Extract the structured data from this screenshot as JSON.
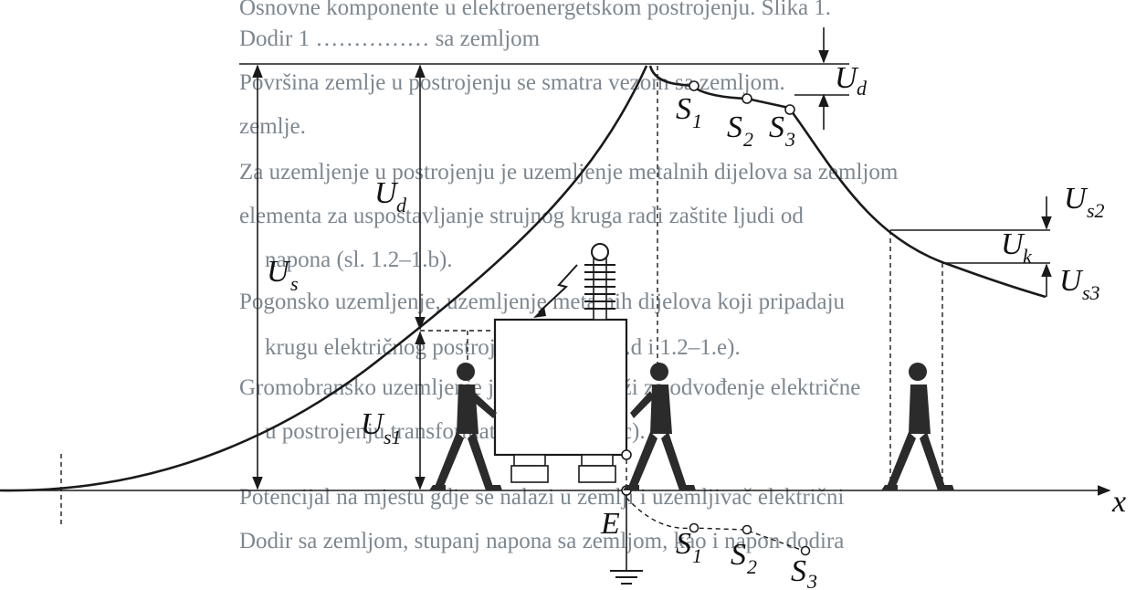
{
  "background_text": [
    "Osnovne komponente u elektroenergetskom postrojenju. Slika 1.",
    "Dodir 1 …………… sa zemljom",
    "Površina zemlje u postrojenju se smatra vezom sa zemljom.",
    "zemlje.",
    "Za uzemljenje u postrojenju je uzemljenje metalnih dijelova sa zemljom",
    "elementa za uspostavljanje strujnog kruga radi zaštite ljudi od",
    "napona (sl. 1.2–1.b).",
    "Pogonsko uzemljenje, uzemljenje metalnih dijelova koji pripadaju",
    "krugu električnog postrojenja (sl. 1.2–1.d i 1.2–1.e).",
    "Gromobransko uzemljenje je ono koje služi za odvođenje električne",
    "u postrojenju transformatora (sl. 1.2–1.c).",
    "Potencijal na mjestu gdje se nalazi u zemlji i uzemljivač električni",
    "Dodir sa zemljom, stupanj napona sa zemljom, kao i napon dodira"
  ],
  "labels": {
    "ud_main": "U",
    "ud_main_sub": "d",
    "ud_top": "U",
    "ud_top_sub": "d",
    "us": "U",
    "us_sub": "s",
    "us1": "U",
    "us1_sub": "s1",
    "us2": "U",
    "us2_sub": "s2",
    "us3": "U",
    "us3_sub": "s3",
    "uk": "U",
    "uk_sub": "k",
    "x_axis": "x",
    "earth": "E",
    "s1_top": "S",
    "s1_top_sub": "1",
    "s2_top": "S",
    "s2_top_sub": "2",
    "s3_top": "S",
    "s3_top_sub": "3",
    "s1_bot": "S",
    "s1_bot_sub": "1",
    "s2_bot": "S",
    "s2_bot_sub": "2",
    "s3_bot": "S",
    "s3_bot_sub": "3"
  },
  "icons": [
    "person-figure",
    "transformer-icon",
    "lightning-icon",
    "ground-symbol-icon",
    "switch-contact-icon"
  ],
  "colors": {
    "ink": "#1a1a1a",
    "page": "#ffffff",
    "faded_text": "#7d8790"
  }
}
